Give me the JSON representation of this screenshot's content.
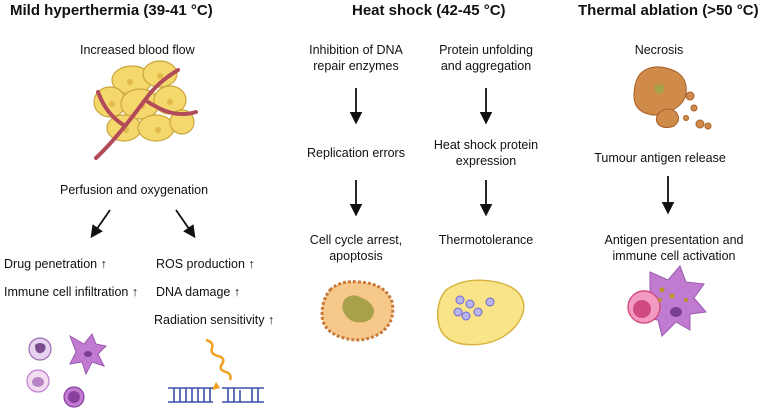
{
  "columns": {
    "mild": {
      "heading": "Mild hyperthermia (39-41 °C)",
      "top_label": "Increased blood flow",
      "mid_label": "Perfusion and oxygenation",
      "left_effects": [
        "Drug penetration",
        "Immune cell infiltration"
      ],
      "right_effects": [
        "ROS production",
        "DNA damage",
        "Radiation sensitivity"
      ]
    },
    "shock": {
      "heading": "Heat shock (42-45 °C)",
      "left_chain": [
        "Inhibition of DNA repair enzymes",
        "Replication errors",
        "Cell cycle arrest, apoptosis"
      ],
      "right_chain": [
        "Protein unfolding and aggregation",
        "Heat shock protein expression",
        "Thermotolerance"
      ]
    },
    "ablation": {
      "heading": "Thermal ablation (>50 °C)",
      "chain": [
        "Necrosis",
        "Tumour antigen release",
        "Antigen presentation and immune cell activation"
      ]
    }
  },
  "increase_symbol": "↑",
  "colors": {
    "cell_yellow": "#f5d86b",
    "vessel": "#b24a5a",
    "immune_purple": "#c07bd0",
    "necrosis_orange": "#c97a3a",
    "dna_blue": "#3b4fa8",
    "radiation_orange": "#f0a020"
  }
}
